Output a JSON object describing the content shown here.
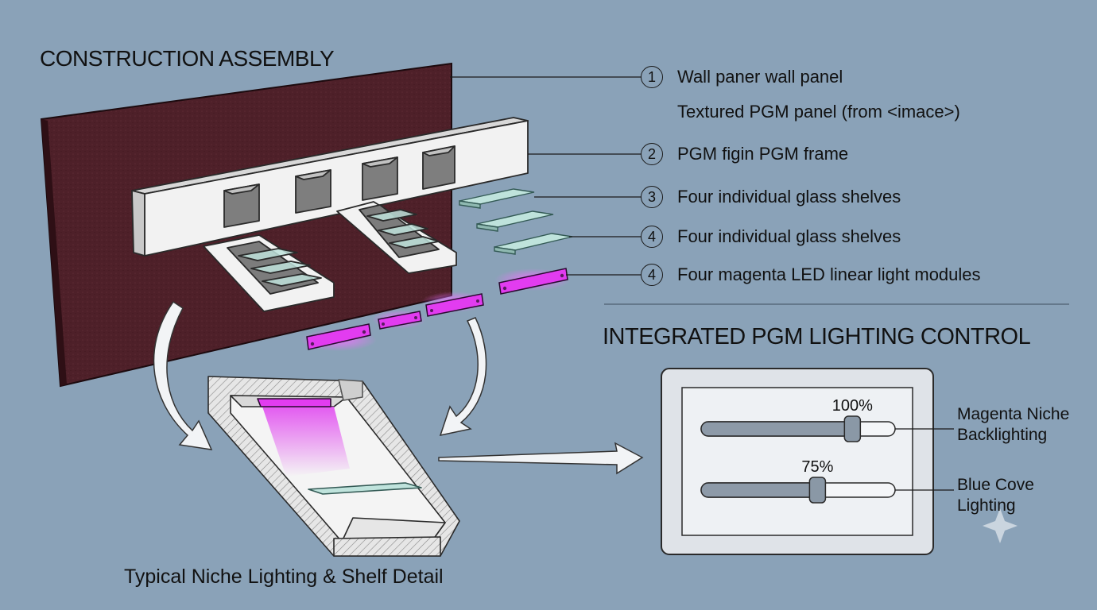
{
  "assembly": {
    "title": "CONSTRUCTION ASSEMBLY",
    "callouts": [
      {
        "number": "1",
        "label": "Wall paner wall panel"
      },
      {
        "number": "2",
        "label": "PGM figin PGM frame"
      },
      {
        "number": "3",
        "label": "Four individual glass shelves"
      },
      {
        "number": "4",
        "label": "Four individual glass shelves"
      },
      {
        "number": "4",
        "label": "Four magenta LED linear light modules"
      }
    ],
    "panel_note": "Textured PGM panel (from <imace>)"
  },
  "detail": {
    "caption": "Typical Niche Lighting & Shelf Detail"
  },
  "control": {
    "title": "INTEGRATED PGM LIGHTING CONTROL",
    "sliders": [
      {
        "percent_label": "100%",
        "level": 0.78,
        "label_line1": "Magenta Niche",
        "label_line2": "Backlighting"
      },
      {
        "percent_label": "75%",
        "level": 0.6,
        "label_line1": "Blue Cove",
        "label_line2": "Lighting"
      }
    ]
  },
  "colors": {
    "background": "#8aa2b8",
    "wall_panel": "#4e2029",
    "frame": "#f1f1f1",
    "glass": "#bfe3dc",
    "led_magenta": "#e23cf0",
    "control_panel": "#dfe3e8"
  }
}
